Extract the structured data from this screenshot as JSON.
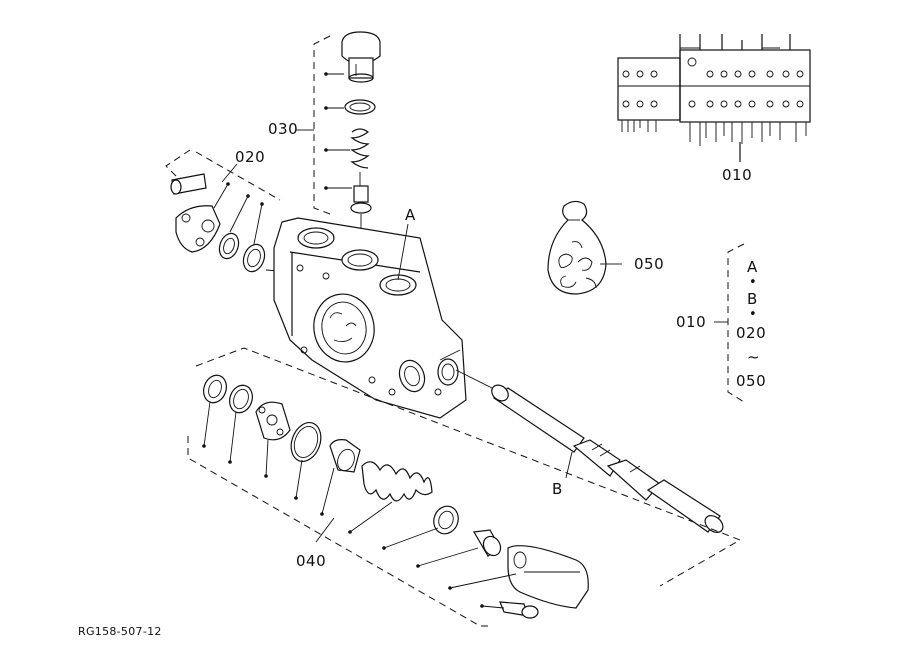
{
  "figure": {
    "drawing_code": "RG158-507-12",
    "callouts": {
      "c010_top": "010",
      "c010_side": "010",
      "c020": "020",
      "c030": "030",
      "c040": "040",
      "c050": "050",
      "ref_a": "A",
      "ref_b": "B"
    },
    "kit_legend": {
      "item1": "A",
      "sep1": "•",
      "item2": "B",
      "sep2": "•",
      "item3": "020",
      "sep3": "~",
      "item4": "050"
    }
  }
}
